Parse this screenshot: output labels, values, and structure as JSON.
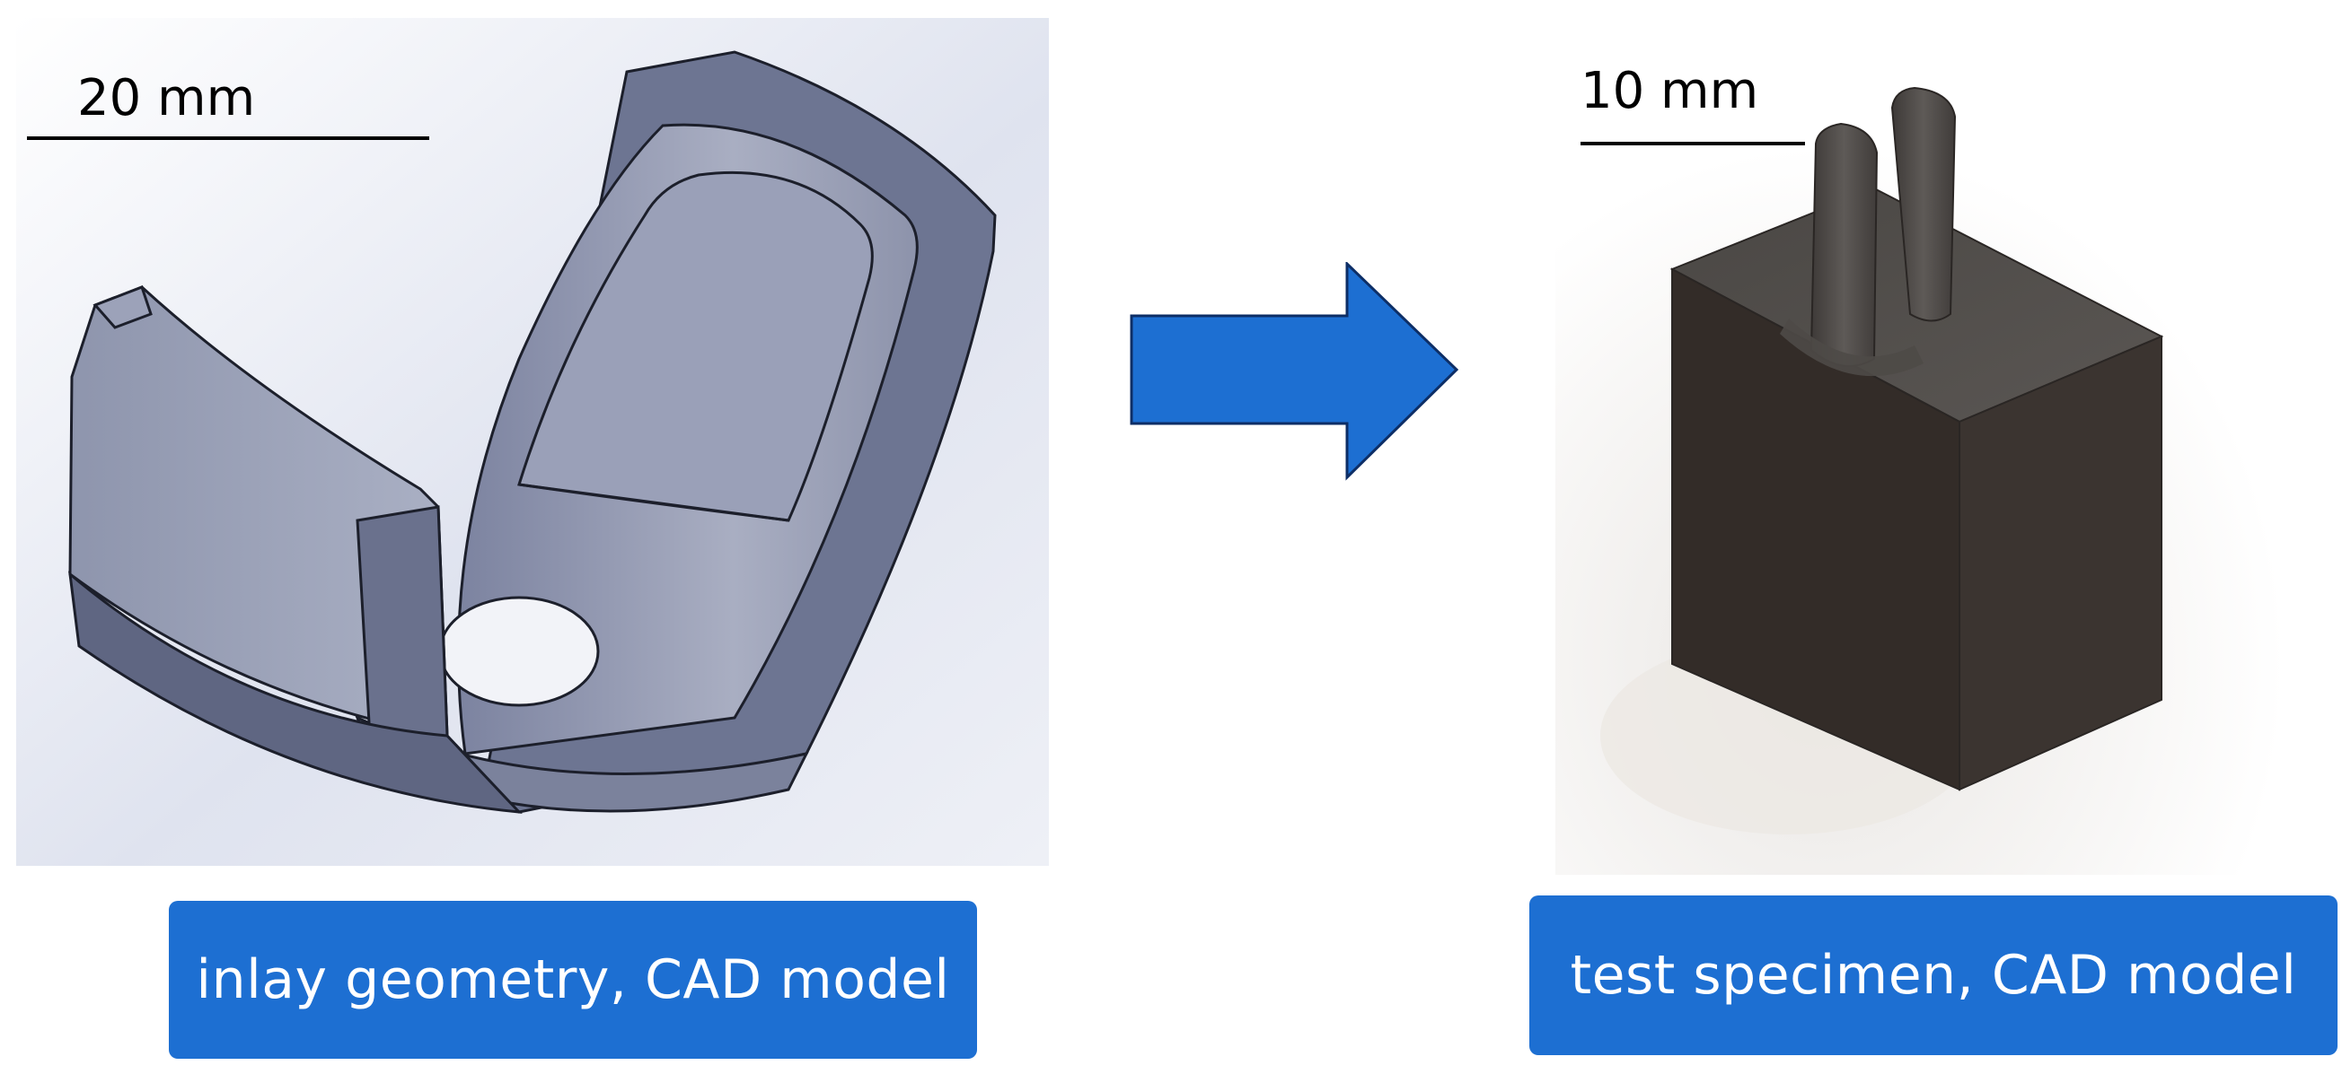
{
  "left_figure": {
    "scale_label": "20 mm",
    "caption": "inlay geometry, CAD model"
  },
  "right_figure": {
    "scale_label": "10 mm",
    "caption": "test specimen, CAD model"
  },
  "colors": {
    "caption_bg": "#1d6fd2",
    "arrow_fill": "#1d6fd2",
    "inlay_body": "#8b92aa",
    "specimen_body": "#3a322e"
  },
  "icons": [
    "right-arrow-icon"
  ]
}
